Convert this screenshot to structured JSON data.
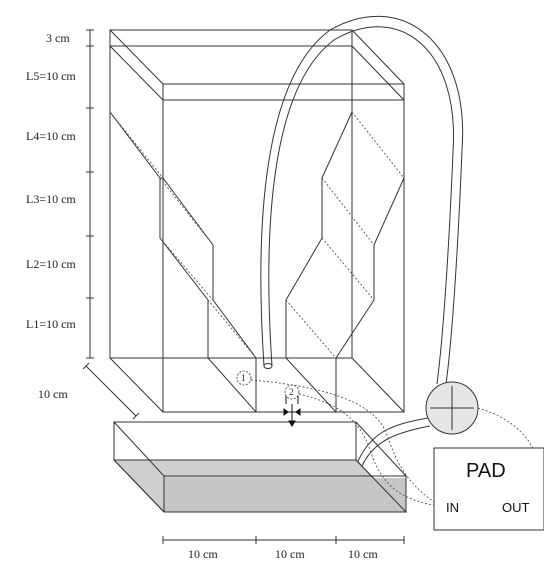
{
  "dimensions": {
    "top_gap": "3 cm",
    "levels": [
      "L5=10 cm",
      "L4=10 cm",
      "L3=10 cm",
      "L2=10 cm",
      "L1=10 cm"
    ],
    "depth": "10 cm",
    "bottom": [
      "10 cm",
      "10 cm",
      "10 cm"
    ]
  },
  "markers": {
    "point1": "1",
    "point2": "2"
  },
  "pad": {
    "title": "PAD",
    "in_label": "IN",
    "out_label": "OUT"
  }
}
